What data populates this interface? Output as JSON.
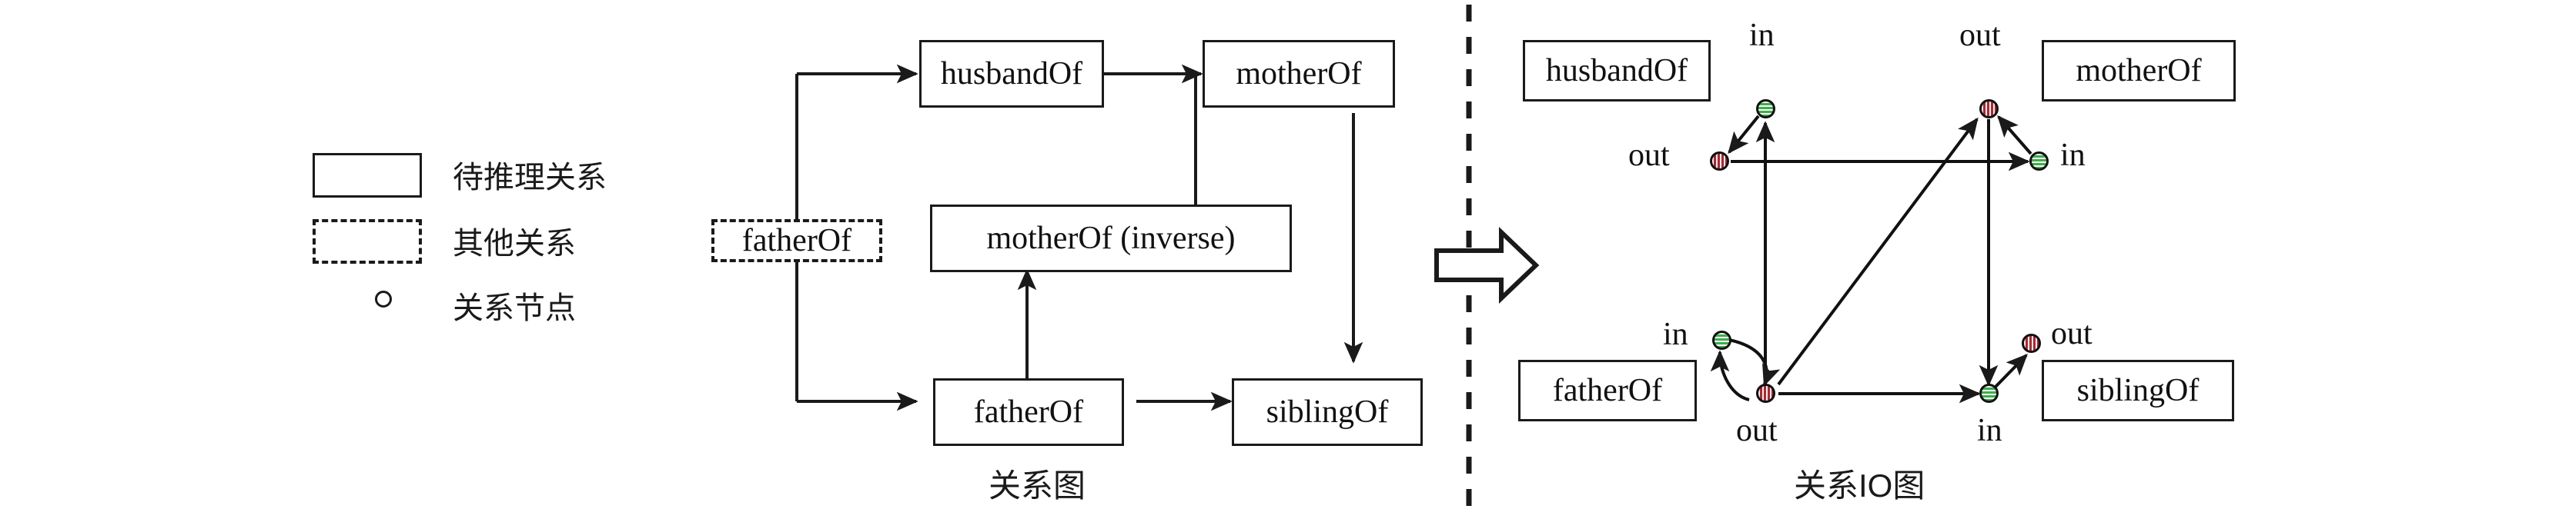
{
  "figure": {
    "title_left": "关系图",
    "title_right": "关系IO图",
    "divider": "vertical-dashed-divider",
    "transform_arrow": "block-arrow-right"
  },
  "legend": {
    "items": [
      {
        "symbol": "solid-rectangle",
        "label": "待推理关系"
      },
      {
        "symbol": "dashed-rectangle",
        "label": "其他关系"
      },
      {
        "symbol": "small-circle",
        "label": "关系节点"
      }
    ]
  },
  "colors": {
    "in_node": "#3FAE4A",
    "out_node": "#B5242C",
    "stroke": "#1a1a1a",
    "background": "#ffffff"
  },
  "relation_graph": {
    "nodes": [
      {
        "id": "fatherOf_src",
        "label": "fatherOf",
        "style": "dashed"
      },
      {
        "id": "husbandOf",
        "label": "husbandOf",
        "style": "solid"
      },
      {
        "id": "motherOf",
        "label": "motherOf",
        "style": "solid"
      },
      {
        "id": "motherOf_inv",
        "label": "motherOf (inverse)",
        "style": "solid"
      },
      {
        "id": "fatherOf",
        "label": "fatherOf",
        "style": "solid"
      },
      {
        "id": "siblingOf",
        "label": "siblingOf",
        "style": "solid"
      }
    ],
    "edges": [
      {
        "from": "fatherOf_src",
        "to": "husbandOf"
      },
      {
        "from": "fatherOf_src",
        "to": "fatherOf"
      },
      {
        "from": "husbandOf",
        "to": "motherOf"
      },
      {
        "from": "husbandOf",
        "to": "motherOf_inv"
      },
      {
        "from": "motherOf",
        "to": "siblingOf"
      },
      {
        "from": "fatherOf",
        "to": "motherOf_inv"
      },
      {
        "from": "fatherOf",
        "to": "siblingOf"
      }
    ]
  },
  "relation_io_graph": {
    "nodes": [
      {
        "id": "husbandOf",
        "label": "husbandOf",
        "ports": [
          {
            "type": "in",
            "label": "in"
          },
          {
            "type": "out",
            "label": "out"
          }
        ]
      },
      {
        "id": "motherOf",
        "label": "motherOf",
        "ports": [
          {
            "type": "out",
            "label": "out"
          },
          {
            "type": "in",
            "label": "in"
          }
        ]
      },
      {
        "id": "fatherOf",
        "label": "fatherOf",
        "ports": [
          {
            "type": "in",
            "label": "in"
          },
          {
            "type": "out",
            "label": "out"
          }
        ]
      },
      {
        "id": "siblingOf",
        "label": "siblingOf",
        "ports": [
          {
            "type": "out",
            "label": "out"
          },
          {
            "type": "in",
            "label": "in"
          }
        ]
      }
    ],
    "edges": [
      {
        "from": "husbandOf.in",
        "to": "husbandOf.out"
      },
      {
        "from": "motherOf.in",
        "to": "motherOf.out"
      },
      {
        "from": "fatherOf.in",
        "to": "fatherOf.out"
      },
      {
        "from": "fatherOf.out",
        "to": "fatherOf.in"
      },
      {
        "from": "siblingOf.in",
        "to": "siblingOf.out"
      },
      {
        "from": "husbandOf.out",
        "to": "motherOf.in"
      },
      {
        "from": "fatherOf.out",
        "to": "siblingOf.in"
      },
      {
        "from": "fatherOf.out",
        "to": "motherOf.out"
      },
      {
        "from": "husbandOf.in",
        "to": "fatherOf.out"
      },
      {
        "from": "motherOf.out",
        "to": "siblingOf.in"
      }
    ]
  }
}
